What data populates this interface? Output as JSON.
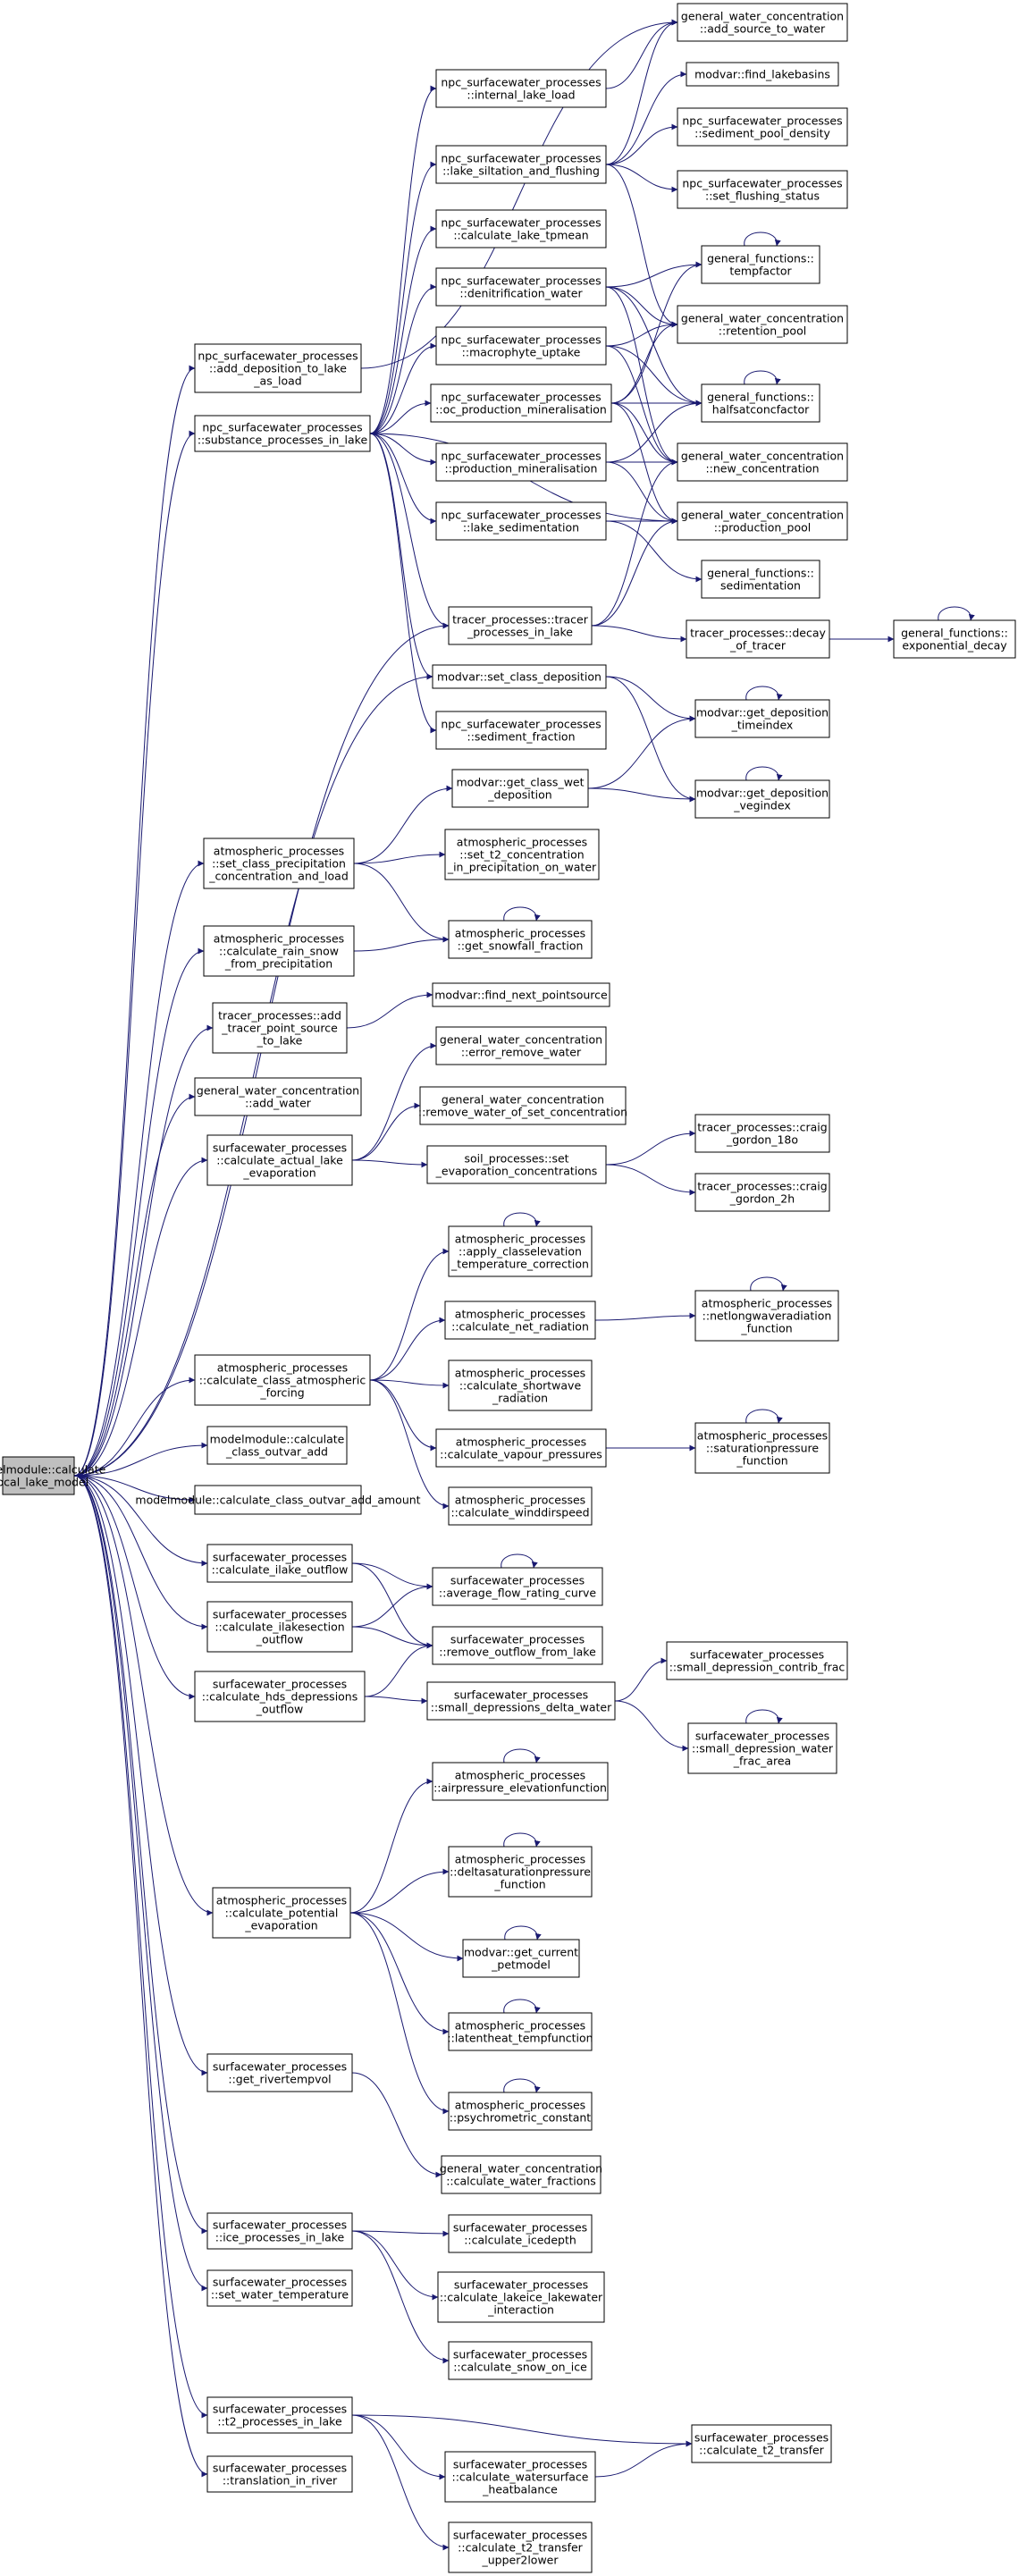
{
  "colors": {
    "edge": "#191970",
    "node_border": "#000000",
    "node_fill": "#ffffff",
    "root_fill": "#bfbfbf",
    "text": "#000000",
    "background": "#ffffff"
  },
  "nodes": [
    {
      "id": "root",
      "lines": [
        "modelmodule::calculate",
        "_local_lake_model"
      ],
      "root": true
    },
    {
      "id": "add_dep",
      "lines": [
        "npc_surfacewater_processes",
        "::add_deposition_to_lake",
        "_as_load"
      ]
    },
    {
      "id": "subst",
      "lines": [
        "npc_surfacewater_processes",
        "::substance_processes_in_lake"
      ]
    },
    {
      "id": "set_prec",
      "lines": [
        "atmospheric_processes",
        "::set_class_precipitation",
        "_concentration_and_load"
      ]
    },
    {
      "id": "rain_snow",
      "lines": [
        "atmospheric_processes",
        "::calculate_rain_snow",
        "_from_precipitation"
      ]
    },
    {
      "id": "tracer_add",
      "lines": [
        "tracer_processes::add",
        "_tracer_point_source",
        "_to_lake"
      ]
    },
    {
      "id": "add_water",
      "lines": [
        "general_water_concentration",
        "::add_water"
      ]
    },
    {
      "id": "actual_evap",
      "lines": [
        "surfacewater_processes",
        "::calculate_actual_lake",
        "_evaporation"
      ]
    },
    {
      "id": "class_atm",
      "lines": [
        "atmospheric_processes",
        "::calculate_class_atmospheric",
        "_forcing"
      ]
    },
    {
      "id": "outvar_add",
      "lines": [
        "modelmodule::calculate",
        "_class_outvar_add"
      ]
    },
    {
      "id": "outvar_add_amount",
      "lines": [
        "modelmodule::calculate_class_outvar_add_amount"
      ]
    },
    {
      "id": "ilake_out",
      "lines": [
        "surfacewater_processes",
        "::calculate_ilake_outflow"
      ]
    },
    {
      "id": "ilakesec_out",
      "lines": [
        "surfacewater_processes",
        "::calculate_ilakesection",
        "_outflow"
      ]
    },
    {
      "id": "hds_out",
      "lines": [
        "surfacewater_processes",
        "::calculate_hds_depressions",
        "_outflow"
      ]
    },
    {
      "id": "pot_evap",
      "lines": [
        "atmospheric_processes",
        "::calculate_potential",
        "_evaporation"
      ]
    },
    {
      "id": "rivertempvol",
      "lines": [
        "surfacewater_processes",
        "::get_rivertempvol"
      ]
    },
    {
      "id": "ice_proc",
      "lines": [
        "surfacewater_processes",
        "::ice_processes_in_lake"
      ]
    },
    {
      "id": "set_wtemp",
      "lines": [
        "surfacewater_processes",
        "::set_water_temperature"
      ]
    },
    {
      "id": "t2_proc",
      "lines": [
        "surfacewater_processes",
        "::t2_processes_in_lake"
      ]
    },
    {
      "id": "transl",
      "lines": [
        "surfacewater_processes",
        "::translation_in_river"
      ]
    },
    {
      "id": "int_load",
      "lines": [
        "npc_surfacewater_processes",
        "::internal_lake_load"
      ]
    },
    {
      "id": "siltation",
      "lines": [
        "npc_surfacewater_processes",
        "::lake_siltation_and_flushing"
      ]
    },
    {
      "id": "tpmean",
      "lines": [
        "npc_surfacewater_processes",
        "::calculate_lake_tpmean"
      ]
    },
    {
      "id": "denitr",
      "lines": [
        "npc_surfacewater_processes",
        "::denitrification_water"
      ]
    },
    {
      "id": "macro",
      "lines": [
        "npc_surfacewater_processes",
        "::macrophyte_uptake"
      ]
    },
    {
      "id": "oc_prod",
      "lines": [
        "npc_surfacewater_processes",
        "::oc_production_mineralisation"
      ]
    },
    {
      "id": "prod_min",
      "lines": [
        "npc_surfacewater_processes",
        "::production_mineralisation"
      ]
    },
    {
      "id": "lake_sed",
      "lines": [
        "npc_surfacewater_processes",
        "::lake_sedimentation"
      ]
    },
    {
      "id": "tracer_lake",
      "lines": [
        "tracer_processes::tracer",
        "_processes_in_lake"
      ]
    },
    {
      "id": "set_class_dep",
      "lines": [
        "modvar::set_class_deposition"
      ]
    },
    {
      "id": "sed_frac",
      "lines": [
        "npc_surfacewater_processes",
        "::sediment_fraction"
      ]
    },
    {
      "id": "add_source",
      "lines": [
        "general_water_concentration",
        "::add_source_to_water"
      ]
    },
    {
      "id": "find_lakebasins",
      "lines": [
        "modvar::find_lakebasins"
      ]
    },
    {
      "id": "pool_density",
      "lines": [
        "npc_surfacewater_processes",
        "::sediment_pool_density"
      ]
    },
    {
      "id": "flush_status",
      "lines": [
        "npc_surfacewater_processes",
        "::set_flushing_status"
      ]
    },
    {
      "id": "tempfactor",
      "lines": [
        "general_functions::",
        "tempfactor"
      ]
    },
    {
      "id": "retention",
      "lines": [
        "general_water_concentration",
        "::retention_pool"
      ]
    },
    {
      "id": "halfsat",
      "lines": [
        "general_functions::",
        "halfsatconcfactor"
      ]
    },
    {
      "id": "new_conc",
      "lines": [
        "general_water_concentration",
        "::new_concentration"
      ]
    },
    {
      "id": "prod_pool",
      "lines": [
        "general_water_concentration",
        "::production_pool"
      ]
    },
    {
      "id": "sedimentation",
      "lines": [
        "general_functions::",
        "sedimentation"
      ]
    },
    {
      "id": "decay",
      "lines": [
        "tracer_processes::decay",
        "_of_tracer"
      ]
    },
    {
      "id": "exp_decay",
      "lines": [
        "general_functions::",
        "exponential_decay"
      ]
    },
    {
      "id": "dep_time",
      "lines": [
        "modvar::get_deposition",
        "_timeindex"
      ]
    },
    {
      "id": "class_wet",
      "lines": [
        "modvar::get_class_wet",
        "_deposition"
      ]
    },
    {
      "id": "dep_veg",
      "lines": [
        "modvar::get_deposition",
        "_vegindex"
      ]
    },
    {
      "id": "t2_conc",
      "lines": [
        "atmospheric_processes",
        "::set_t2_concentration",
        "_in_precipitation_on_water"
      ]
    },
    {
      "id": "snowfall",
      "lines": [
        "atmospheric_processes",
        "::get_snowfall_fraction"
      ]
    },
    {
      "id": "next_ps",
      "lines": [
        "modvar::find_next_pointsource"
      ]
    },
    {
      "id": "err_remove",
      "lines": [
        "general_water_concentration",
        "::error_remove_water"
      ]
    },
    {
      "id": "remove_set",
      "lines": [
        "general_water_concentration",
        "::remove_water_of_set_concentration"
      ]
    },
    {
      "id": "soil_evap",
      "lines": [
        "soil_processes::set",
        "_evaporation_concentrations"
      ]
    },
    {
      "id": "cg18",
      "lines": [
        "tracer_processes::craig",
        "_gordon_18o"
      ]
    },
    {
      "id": "cg2h",
      "lines": [
        "tracer_processes::craig",
        "_gordon_2h"
      ]
    },
    {
      "id": "classelev",
      "lines": [
        "atmospheric_processes",
        "::apply_classelevation",
        "_temperature_correction"
      ]
    },
    {
      "id": "net_rad",
      "lines": [
        "atmospheric_processes",
        "::calculate_net_radiation"
      ]
    },
    {
      "id": "netlong",
      "lines": [
        "atmospheric_processes",
        "::netlongwaveradiation",
        "_function"
      ]
    },
    {
      "id": "shortwave",
      "lines": [
        "atmospheric_processes",
        "::calculate_shortwave",
        "_radiation"
      ]
    },
    {
      "id": "vapour",
      "lines": [
        "atmospheric_processes",
        "::calculate_vapour_pressures"
      ]
    },
    {
      "id": "satpres",
      "lines": [
        "atmospheric_processes",
        "::saturationpressure",
        "_function"
      ]
    },
    {
      "id": "winddir",
      "lines": [
        "atmospheric_processes",
        "::calculate_winddirspeed"
      ]
    },
    {
      "id": "avg_flow",
      "lines": [
        "surfacewater_processes",
        "::average_flow_rating_curve"
      ]
    },
    {
      "id": "remove_out",
      "lines": [
        "surfacewater_processes",
        "::remove_outflow_from_lake"
      ]
    },
    {
      "id": "small_dep",
      "lines": [
        "surfacewater_processes",
        "::small_depressions_delta_water"
      ]
    },
    {
      "id": "small_contrib",
      "lines": [
        "surfacewater_processes",
        "::small_depression_contrib_frac"
      ]
    },
    {
      "id": "small_water",
      "lines": [
        "surfacewater_processes",
        "::small_depression_water",
        "_frac_area"
      ]
    },
    {
      "id": "airpres",
      "lines": [
        "atmospheric_processes",
        "::airpressure_elevationfunction"
      ]
    },
    {
      "id": "deltasat",
      "lines": [
        "atmospheric_processes",
        "::deltasaturationpressure",
        "_function"
      ]
    },
    {
      "id": "petmodel",
      "lines": [
        "modvar::get_current",
        "_petmodel"
      ]
    },
    {
      "id": "latentheat",
      "lines": [
        "atmospheric_processes",
        "::latentheat_tempfunction"
      ]
    },
    {
      "id": "psychro",
      "lines": [
        "atmospheric_processes",
        "::psychrometric_constant"
      ]
    },
    {
      "id": "water_frac",
      "lines": [
        "general_water_concentration",
        "::calculate_water_fractions"
      ]
    },
    {
      "id": "icedepth",
      "lines": [
        "surfacewater_processes",
        "::calculate_icedepth"
      ]
    },
    {
      "id": "lakeice",
      "lines": [
        "surfacewater_processes",
        "::calculate_lakeice_lakewater",
        "_interaction"
      ]
    },
    {
      "id": "snow_ice",
      "lines": [
        "surfacewater_processes",
        "::calculate_snow_on_ice"
      ]
    },
    {
      "id": "t2_transfer",
      "lines": [
        "surfacewater_processes",
        "::calculate_t2_transfer"
      ]
    },
    {
      "id": "heatbal",
      "lines": [
        "surfacewater_processes",
        "::calculate_watersurface",
        "_heatbalance"
      ]
    },
    {
      "id": "upper2lower",
      "lines": [
        "surfacewater_processes",
        "::calculate_t2_transfer",
        "_upper2lower"
      ]
    }
  ],
  "edges": [
    [
      "root",
      "add_dep"
    ],
    [
      "root",
      "subst"
    ],
    [
      "root",
      "tracer_lake"
    ],
    [
      "root",
      "set_class_dep"
    ],
    [
      "root",
      "set_prec"
    ],
    [
      "root",
      "rain_snow"
    ],
    [
      "root",
      "tracer_add"
    ],
    [
      "root",
      "add_water"
    ],
    [
      "root",
      "actual_evap"
    ],
    [
      "root",
      "class_atm"
    ],
    [
      "root",
      "outvar_add"
    ],
    [
      "root",
      "outvar_add_amount"
    ],
    [
      "root",
      "ilake_out"
    ],
    [
      "root",
      "ilakesec_out"
    ],
    [
      "root",
      "hds_out"
    ],
    [
      "root",
      "pot_evap"
    ],
    [
      "root",
      "rivertempvol"
    ],
    [
      "root",
      "ice_proc"
    ],
    [
      "root",
      "set_wtemp"
    ],
    [
      "root",
      "t2_proc"
    ],
    [
      "root",
      "transl"
    ],
    [
      "add_dep",
      "add_source"
    ],
    [
      "subst",
      "int_load"
    ],
    [
      "subst",
      "siltation"
    ],
    [
      "subst",
      "tpmean"
    ],
    [
      "subst",
      "denitr"
    ],
    [
      "subst",
      "macro"
    ],
    [
      "subst",
      "oc_prod"
    ],
    [
      "subst",
      "prod_min"
    ],
    [
      "subst",
      "lake_sed"
    ],
    [
      "subst",
      "tracer_lake"
    ],
    [
      "subst",
      "sed_frac"
    ],
    [
      "subst",
      "prod_pool"
    ],
    [
      "subst",
      "set_class_dep"
    ],
    [
      "int_load",
      "add_source"
    ],
    [
      "siltation",
      "add_source"
    ],
    [
      "siltation",
      "find_lakebasins"
    ],
    [
      "siltation",
      "pool_density"
    ],
    [
      "siltation",
      "flush_status"
    ],
    [
      "siltation",
      "retention"
    ],
    [
      "denitr",
      "tempfactor"
    ],
    [
      "denitr",
      "retention"
    ],
    [
      "denitr",
      "halfsat"
    ],
    [
      "denitr",
      "new_conc"
    ],
    [
      "macro",
      "retention"
    ],
    [
      "macro",
      "halfsat"
    ],
    [
      "macro",
      "new_conc"
    ],
    [
      "oc_prod",
      "tempfactor"
    ],
    [
      "oc_prod",
      "retention"
    ],
    [
      "oc_prod",
      "halfsat"
    ],
    [
      "oc_prod",
      "new_conc"
    ],
    [
      "oc_prod",
      "prod_pool"
    ],
    [
      "prod_min",
      "halfsat"
    ],
    [
      "prod_min",
      "new_conc"
    ],
    [
      "prod_min",
      "prod_pool"
    ],
    [
      "lake_sed",
      "prod_pool"
    ],
    [
      "lake_sed",
      "sedimentation"
    ],
    [
      "tracer_lake",
      "new_conc"
    ],
    [
      "tracer_lake",
      "prod_pool"
    ],
    [
      "tracer_lake",
      "decay"
    ],
    [
      "decay",
      "exp_decay"
    ],
    [
      "set_class_dep",
      "dep_time"
    ],
    [
      "set_class_dep",
      "dep_veg"
    ],
    [
      "class_wet",
      "dep_time"
    ],
    [
      "class_wet",
      "dep_veg"
    ],
    [
      "set_prec",
      "class_wet"
    ],
    [
      "set_prec",
      "t2_conc"
    ],
    [
      "set_prec",
      "snowfall"
    ],
    [
      "rain_snow",
      "snowfall"
    ],
    [
      "tracer_add",
      "next_ps"
    ],
    [
      "actual_evap",
      "err_remove"
    ],
    [
      "actual_evap",
      "remove_set"
    ],
    [
      "actual_evap",
      "soil_evap"
    ],
    [
      "soil_evap",
      "cg18"
    ],
    [
      "soil_evap",
      "cg2h"
    ],
    [
      "class_atm",
      "classelev"
    ],
    [
      "class_atm",
      "net_rad"
    ],
    [
      "class_atm",
      "shortwave"
    ],
    [
      "class_atm",
      "vapour"
    ],
    [
      "class_atm",
      "winddir"
    ],
    [
      "net_rad",
      "netlong"
    ],
    [
      "vapour",
      "satpres"
    ],
    [
      "ilake_out",
      "avg_flow"
    ],
    [
      "ilake_out",
      "remove_out"
    ],
    [
      "ilakesec_out",
      "avg_flow"
    ],
    [
      "ilakesec_out",
      "remove_out"
    ],
    [
      "hds_out",
      "remove_out"
    ],
    [
      "hds_out",
      "small_dep"
    ],
    [
      "small_dep",
      "small_contrib"
    ],
    [
      "small_dep",
      "small_water"
    ],
    [
      "pot_evap",
      "airpres"
    ],
    [
      "pot_evap",
      "deltasat"
    ],
    [
      "pot_evap",
      "petmodel"
    ],
    [
      "pot_evap",
      "latentheat"
    ],
    [
      "pot_evap",
      "psychro"
    ],
    [
      "rivertempvol",
      "water_frac"
    ],
    [
      "ice_proc",
      "icedepth"
    ],
    [
      "ice_proc",
      "lakeice"
    ],
    [
      "ice_proc",
      "snow_ice"
    ],
    [
      "t2_proc",
      "t2_transfer"
    ],
    [
      "t2_proc",
      "heatbal"
    ],
    [
      "t2_proc",
      "upper2lower"
    ],
    [
      "heatbal",
      "t2_transfer"
    ]
  ],
  "self_loops": [
    "tempfactor",
    "halfsat",
    "exp_decay",
    "dep_time",
    "dep_veg",
    "snowfall",
    "classelev",
    "netlong",
    "satpres",
    "avg_flow",
    "small_water",
    "airpres",
    "deltasat",
    "petmodel",
    "latentheat",
    "psychro"
  ]
}
